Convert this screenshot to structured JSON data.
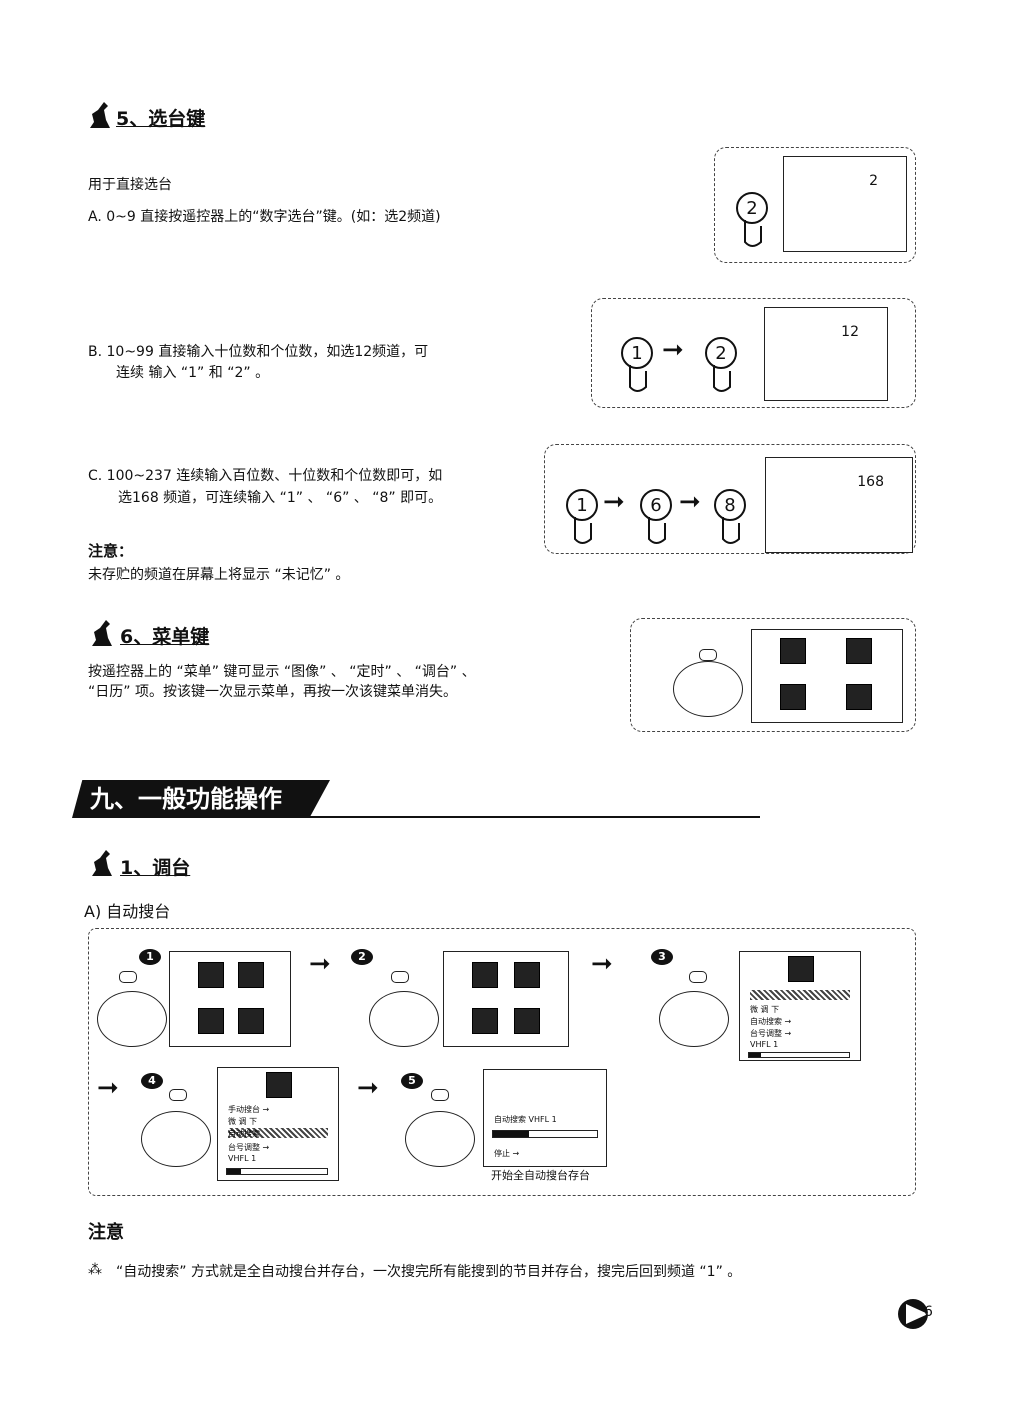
{
  "sec5": {
    "title": "5、选台键",
    "desc": "用于直接选台",
    "a": "A.  0~9  直接按遥控器上的“数字选台”键。(如：选2频道)",
    "b1": "B.  10~99 直接输入十位数和个位数，如选12频道，可",
    "b2": "连续 输入 “1” 和 “2” 。",
    "c1": "C.   100~237 连续输入百位数、十位数和个位数即可，如",
    "c2": "选168 频道，可连续输入 “1” 、 “6” 、 “8” 即可。",
    "note_label": "注意：",
    "note": "未存贮的频道在屏幕上将显示 “未记忆” 。",
    "screen_a": "2",
    "screen_b": "12",
    "screen_c": "168"
  },
  "sec6": {
    "title": "6、菜单键",
    "d1": "按遥控器上的 “菜单” 键可显示 “图像” 、 “定时” 、 “调台” 、",
    "d2": "“日历” 项。按该键一次显示菜单，再按一次该键菜单消失。"
  },
  "chapter": {
    "title": "九、一般功能操作"
  },
  "sub1": {
    "title": "1、调台",
    "a": "A)  自动搜台",
    "steps": [
      "1",
      "2",
      "3",
      "4",
      "5"
    ],
    "menu3": [
      "微    调        下",
      "自动搜索      →",
      "台号调整      →",
      "VHFL          1"
    ],
    "menu4": [
      "手动搜台      →",
      "微    调        下",
      "自动搜索",
      "台号调整      →",
      "VHFL          1"
    ],
    "menu5": [
      "自动搜索    VHFL    1",
      "停止  →"
    ],
    "caption5": "开始全自动搜台存台"
  },
  "note": {
    "label": "注意",
    "text": "“自动搜索” 方式就是全自动搜台并存台，一次搜完所有能搜到的节目并存台，搜完后回到频道 “1” 。"
  },
  "page_number": "6"
}
